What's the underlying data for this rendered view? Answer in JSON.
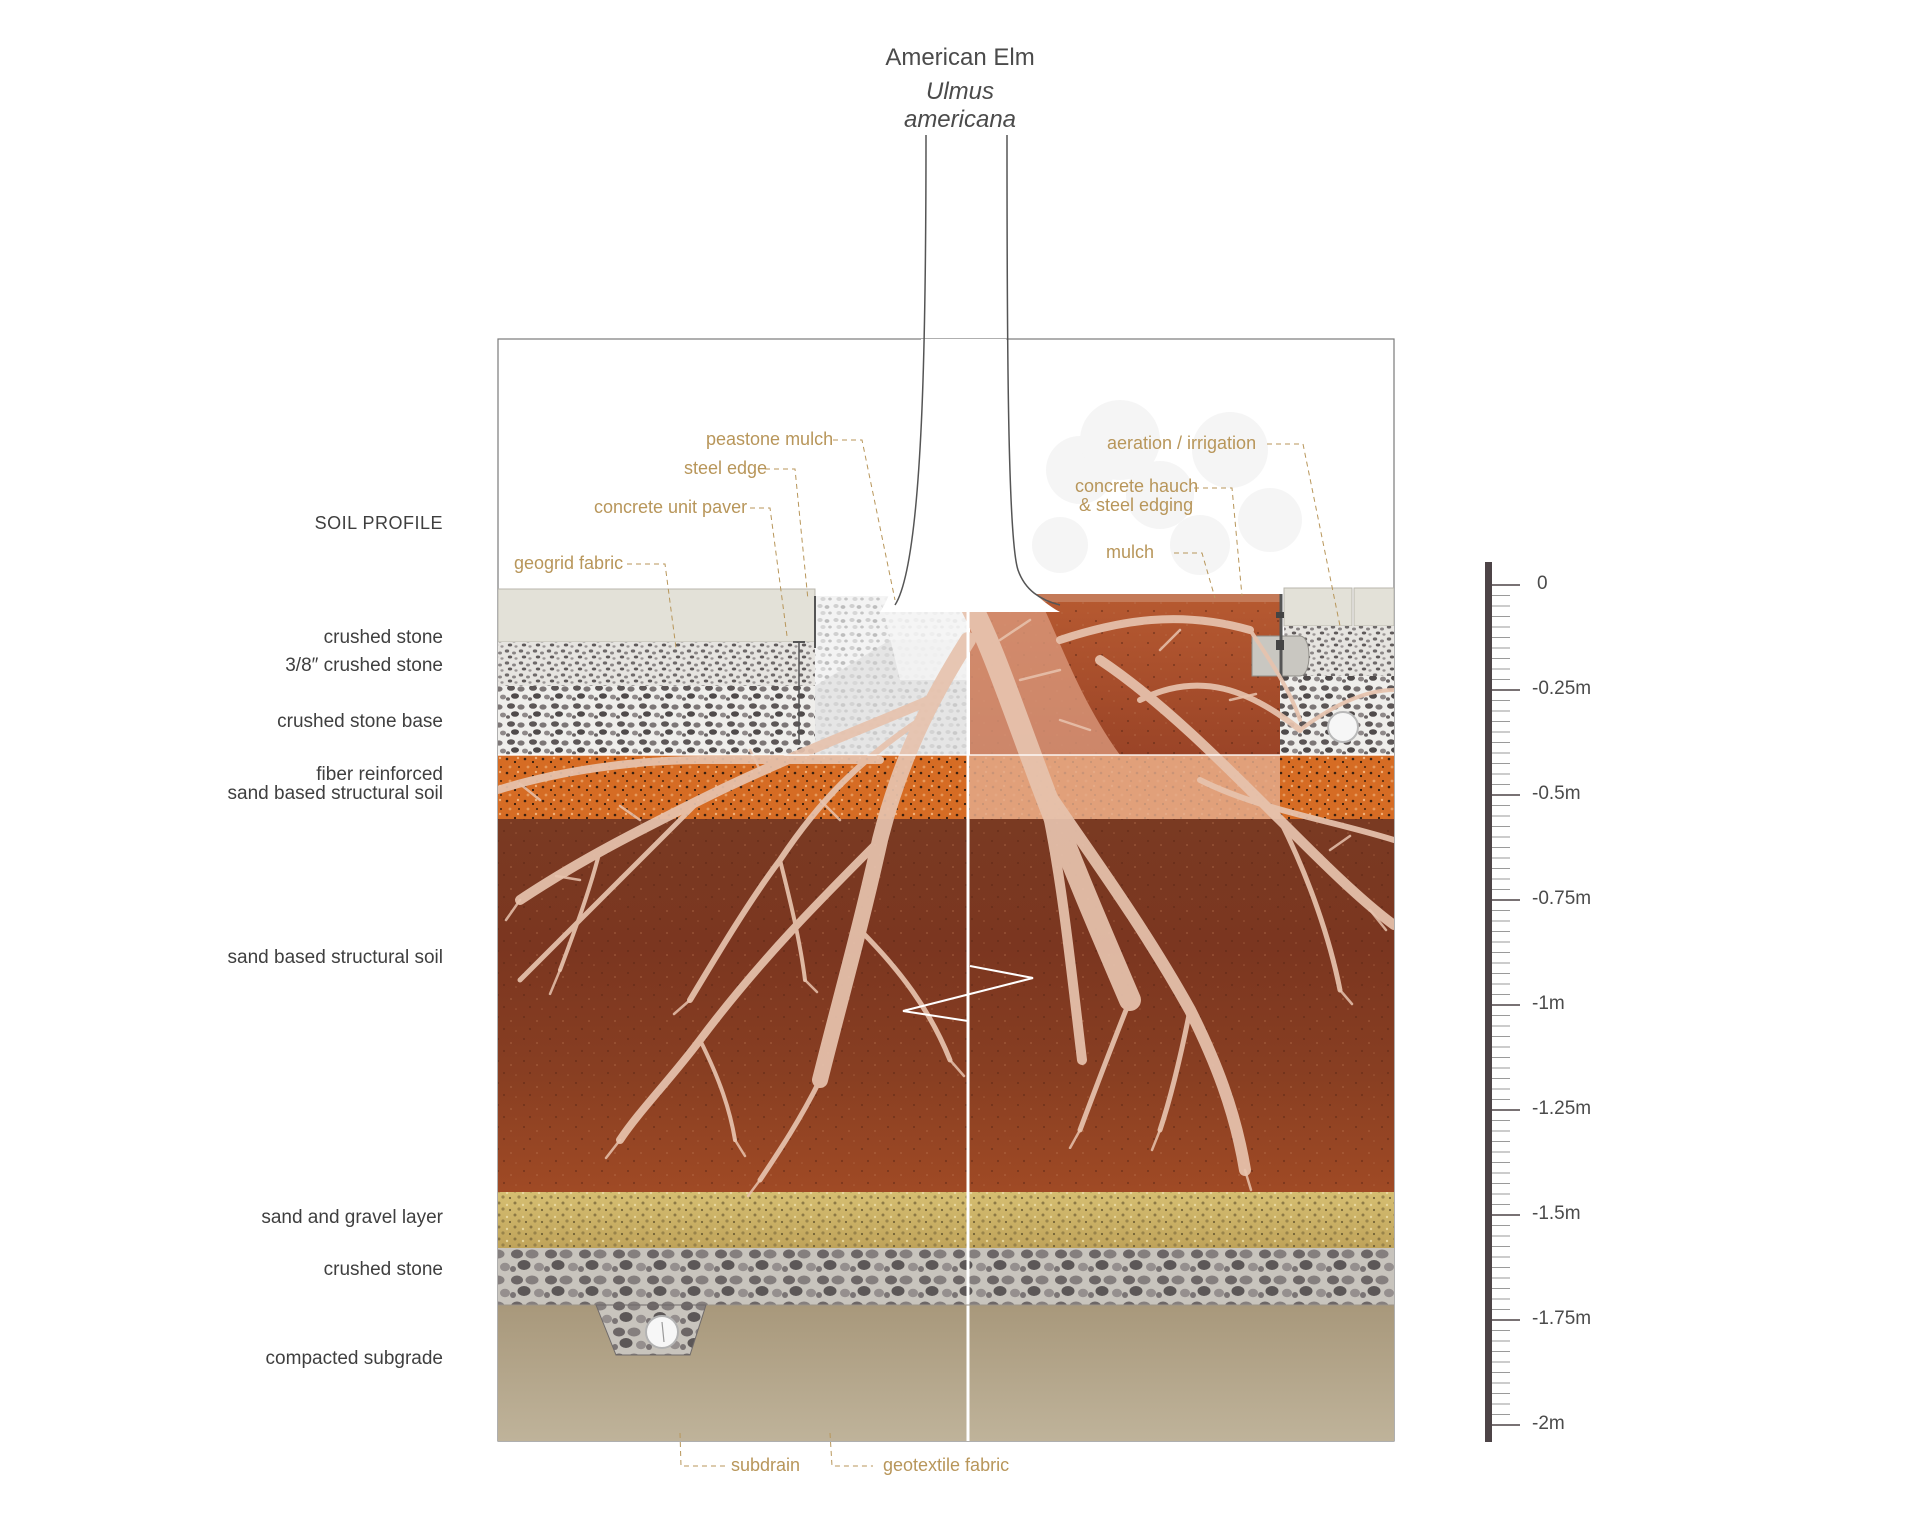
{
  "title": {
    "common_name": "American Elm",
    "scientific_name": "Ulmus americana"
  },
  "heading": "SOIL PROFILE",
  "layers": [
    {
      "label": "crushed stone"
    },
    {
      "label": "3/8″ crushed stone"
    },
    {
      "label": "crushed stone base"
    },
    {
      "label": "fiber reinforced"
    },
    {
      "label": "sand based structural soil"
    },
    {
      "label": "sand based structural soil"
    },
    {
      "label": "sand and gravel layer"
    },
    {
      "label": "crushed stone"
    },
    {
      "label": "compacted subgrade"
    }
  ],
  "callouts": {
    "peastone_mulch": "peastone mulch",
    "steel_edge": "steel edge",
    "concrete_unit_paver": "concrete unit paver",
    "geogrid_fabric": "geogrid fabric",
    "aeration_irrigation": "aeration / irrigation",
    "concrete_hauch_1": "concrete hauch",
    "concrete_hauch_2": "& steel edging",
    "mulch": "mulch",
    "subdrain": "subdrain",
    "geotextile_fabric": "geotextile fabric"
  },
  "depth_scale": {
    "labels": [
      "0",
      "-0.25m",
      "-0.5m",
      "-0.75m",
      "-1m",
      "-1.25m",
      "-1.5m",
      "-1.75m",
      "-2m"
    ]
  },
  "colors": {
    "label_text": "#3f3f3f",
    "callout_text": "#b8965a",
    "soil_brown": "#8a3f20",
    "orange_soil": "#d9712a",
    "sand_gravel": "#cdb56a",
    "subgrade": "#b6a88c",
    "paver": "#e2e0d6",
    "root": "#ecc7b3",
    "scale_bar": "#4d4447"
  }
}
